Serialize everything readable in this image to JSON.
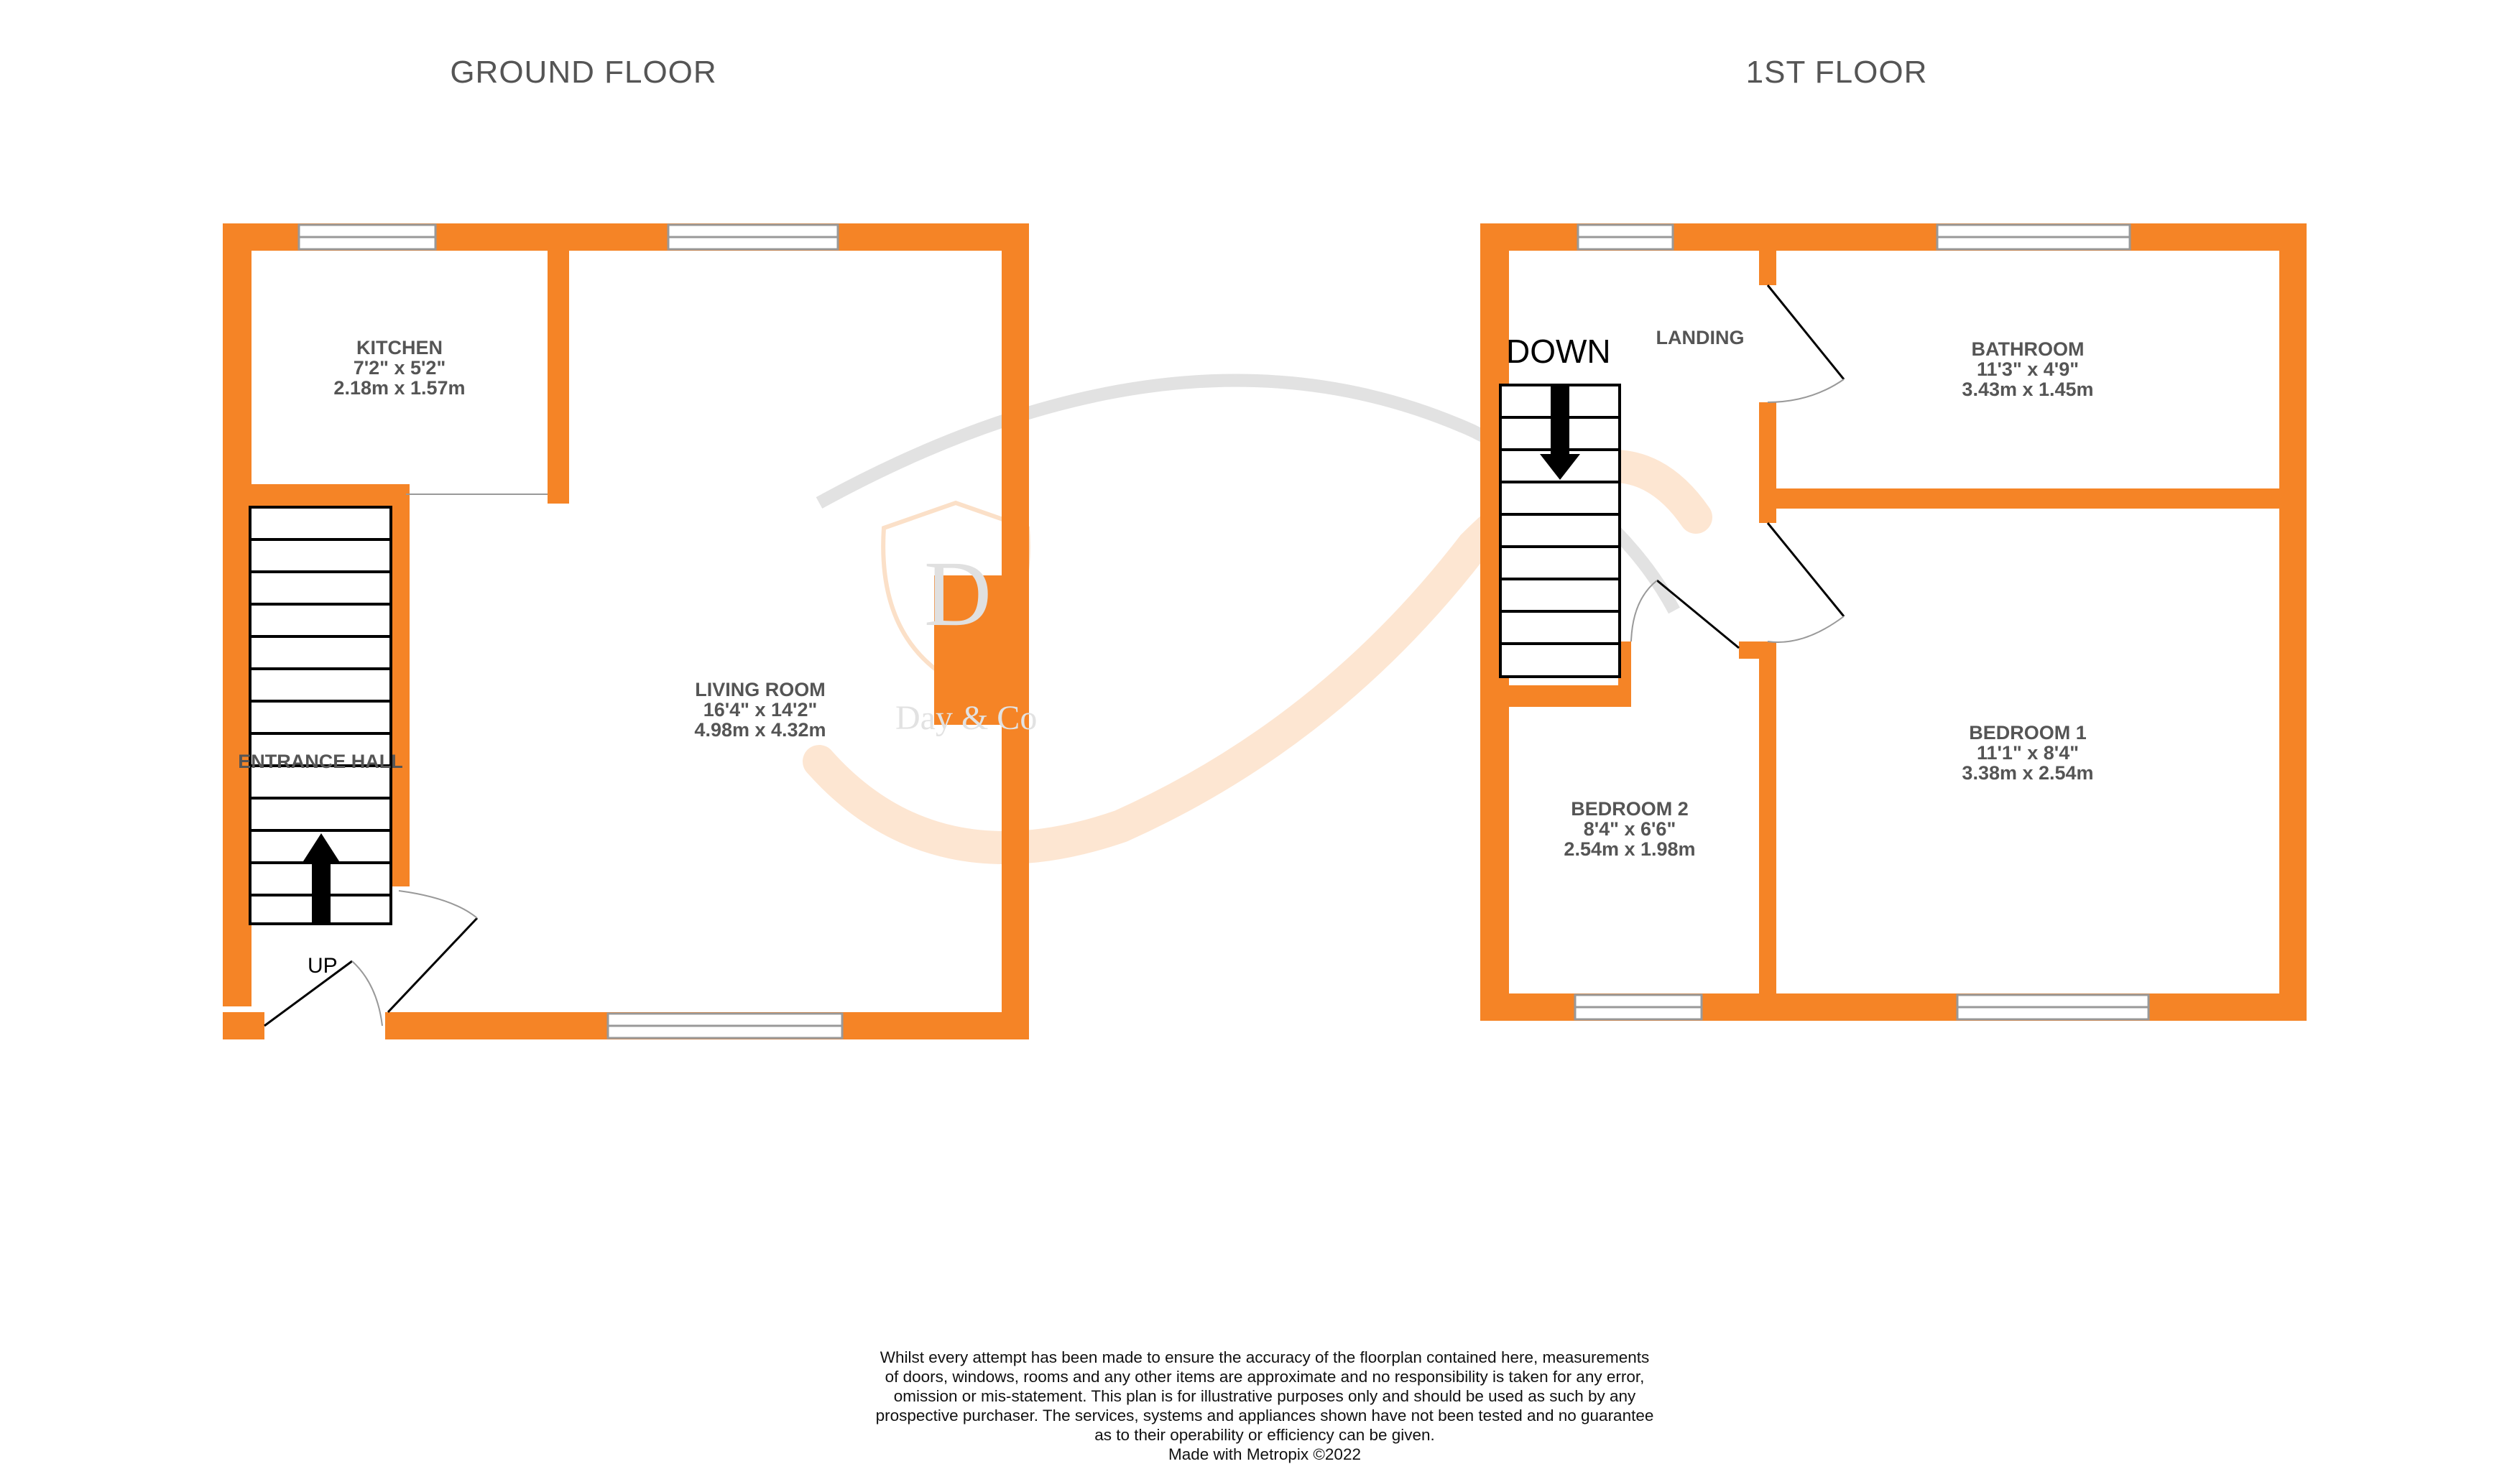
{
  "floors": [
    {
      "title": "GROUND FLOOR",
      "rooms": [
        {
          "name": "KITCHEN",
          "imperial": "7'2\"  x 5'2\"",
          "metric": "2.18m  x 1.57m"
        },
        {
          "name": "LIVING ROOM",
          "imperial": "16'4\"  x 14'2\"",
          "metric": "4.98m  x 4.32m"
        },
        {
          "name": "ENTRANCE HALL"
        }
      ],
      "stair_label": "UP"
    },
    {
      "title": "1ST FLOOR",
      "rooms": [
        {
          "name": "LANDING"
        },
        {
          "name": "BATHROOM",
          "imperial": "11'3\"  x 4'9\"",
          "metric": "3.43m  x 1.45m"
        },
        {
          "name": "BEDROOM 1",
          "imperial": "11'1\"  x 8'4\"",
          "metric": "3.38m  x 2.54m"
        },
        {
          "name": "BEDROOM 2",
          "imperial": "8'4\"  x 6'6\"",
          "metric": "2.54m  x 1.98m"
        }
      ],
      "stair_label": "DOWN"
    }
  ],
  "watermark": {
    "letter": "D",
    "text": "Day & Co"
  },
  "disclaimer": [
    "Whilst every attempt has been made to ensure the accuracy of the floorplan contained here, measurements",
    "of doors, windows, rooms and any other items are approximate and no responsibility is taken for any error,",
    "omission or mis-statement. This plan is for illustrative purposes only and should be used as such by any",
    "prospective purchaser. The services, systems and appliances shown have not been tested and no guarantee",
    "as to their operability or efficiency can be given.",
    "Made with Metropix ©2022"
  ],
  "colors": {
    "wall": "#f58426",
    "text": "#555555",
    "window": "#999999",
    "watermark_orange": "#fde3cc",
    "watermark_grey": "#dcdcdc"
  }
}
